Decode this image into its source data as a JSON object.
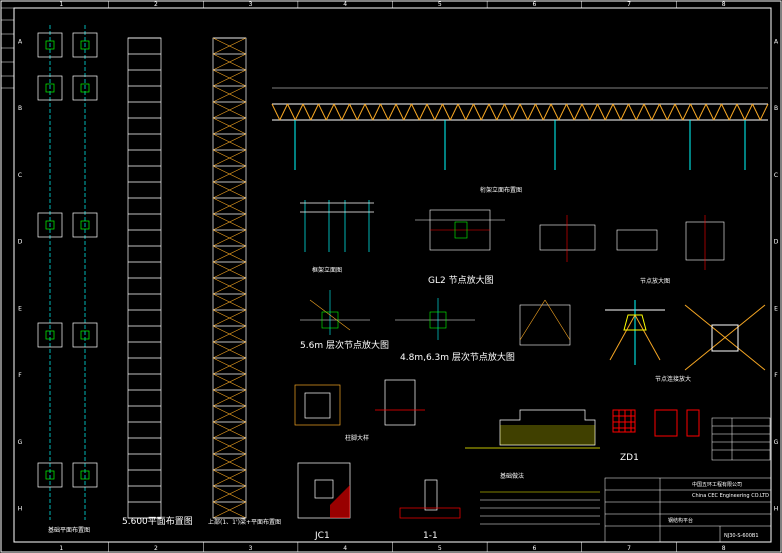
{
  "border": {
    "columns": [
      "1",
      "2",
      "3",
      "4",
      "5",
      "6",
      "7",
      "8"
    ],
    "rows": [
      "A",
      "B",
      "C",
      "D",
      "E",
      "F",
      "G",
      "H"
    ]
  },
  "views": {
    "plan_1": "5.600平面布置图",
    "plan_2": "5.600平面布置图",
    "elevation_right": "上部(1、1')梁+平面布置图",
    "truss_elev": "桁架立面布置图",
    "frame": "框架立面图",
    "gl2": "GL2 节点放大图",
    "node_56": "5.6m 层次节点放大图",
    "node_48": "4.8m,6.3m 层次节点放大图",
    "node_mid": "节点放大图",
    "node_top": "节点连接放大",
    "base": "柱脚大样",
    "jc1": "JC1",
    "sec_11": "1-1",
    "zd1": "ZD1",
    "footing_note": "基础做法",
    "left_plan": "基础平面布置图"
  },
  "title_block": {
    "company_cn": "中国五环工程有限公司",
    "company_en": "China CEC Engineering CO.LTD",
    "drawing_no": "NJ30-S-600B1",
    "drawing_title": "钢结构平台"
  }
}
